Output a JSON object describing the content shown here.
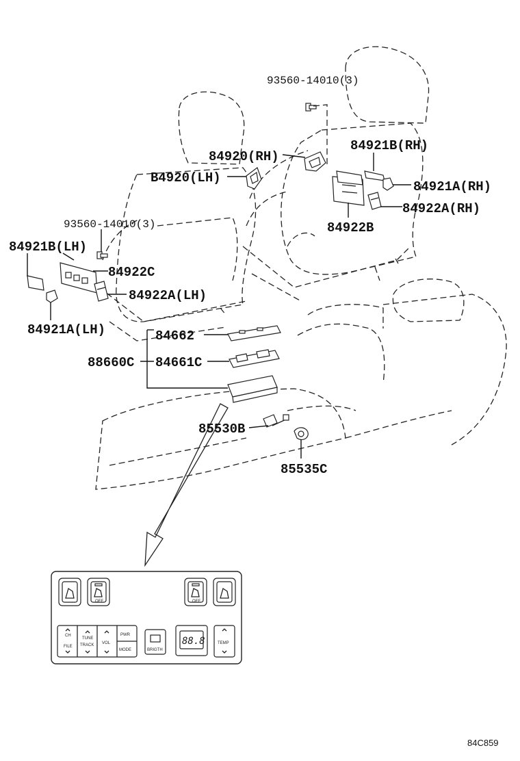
{
  "diagram": {
    "labels": {
      "bolt_rh": "93560-14010(3)",
      "bolt_lh": "93560-14010(3)",
      "p84920_rh": "84920(RH)",
      "p84920_lh": "B4920(LH)",
      "p84921b_rh": "84921B(RH)",
      "p84921a_rh": "84921A(RH)",
      "p84922a_rh": "84922A(RH)",
      "p84922b": "84922B",
      "p84921b_lh": "84921B(LH)",
      "p84922c": "84922C",
      "p84922a_lh": "84922A(LH)",
      "p84921a_lh": "84921A(LH)",
      "p84662": "84662",
      "p88660c": "88660C",
      "p84661c": "84661C",
      "p85530b": "85530B",
      "p85535c": "85535C"
    },
    "panel": {
      "btn_off_left": "OFF",
      "btn_off_right": "OFF",
      "ch_up": "CH",
      "ch_down": "FILE",
      "tune_up": "TUNE",
      "tune_down": "TRACK",
      "vol": "VOL",
      "pwr": "PWR",
      "mode": "MODE",
      "bright": "BRIGTH",
      "display": "88.8",
      "temp": "TEMP"
    },
    "drawing_code": "84C859"
  }
}
